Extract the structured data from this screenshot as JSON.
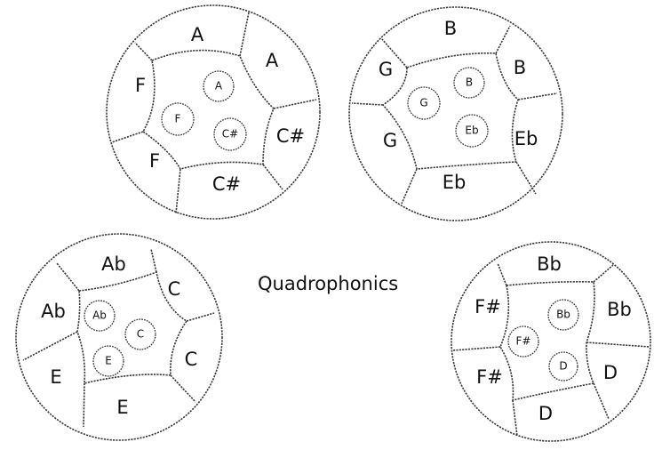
{
  "title": "Quadrophonics",
  "drums": [
    {
      "outer": [
        "A",
        "A",
        "C#",
        "C#",
        "F",
        "F"
      ],
      "inner": [
        "A",
        "F",
        "C#"
      ]
    },
    {
      "outer": [
        "B",
        "B",
        "Eb",
        "Eb",
        "G",
        "G"
      ],
      "inner": [
        "B",
        "G",
        "Eb"
      ]
    },
    {
      "outer": [
        "Ab",
        "C",
        "C",
        "E",
        "E",
        "Ab"
      ],
      "inner": [
        "Ab",
        "C",
        "E"
      ]
    },
    {
      "outer": [
        "Bb",
        "Bb",
        "D",
        "D",
        "F#",
        "F#"
      ],
      "inner": [
        "Bb",
        "F#",
        "D"
      ]
    }
  ]
}
